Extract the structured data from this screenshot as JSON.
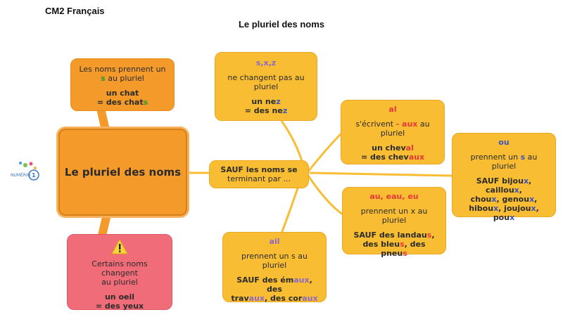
{
  "header": {
    "level": "CM2 Français",
    "title": "Le pluriel des noms"
  },
  "central": {
    "label": "Le pluriel des noms"
  },
  "logo_text": "NUMÉRIQ 1",
  "rule_s": {
    "line1": "Les noms prennent un",
    "s": "s",
    "after_s": " au pluriel",
    "ex1": "un chat",
    "ex2_a": "= des chat",
    "ex2_b": "s"
  },
  "irregular": {
    "warning_icon": "warning-triangle-icon",
    "line1": "Certains noms changent",
    "line2": "au pluriel",
    "ex1": "un oeil",
    "ex2": "= des yeux"
  },
  "sxz": {
    "title": "s,x,z",
    "line1": "ne changent pas au",
    "line2": "pluriel",
    "ex1_a": "un ne",
    "ex1_b": "z",
    "ex2_a": "= des ne",
    "ex2_b": "z"
  },
  "sauf": {
    "line1": "SAUF les noms se",
    "line2": "terminant par ..."
  },
  "al": {
    "title": "al",
    "line1_a": "s'écrivent ",
    "line1_b": "- aux",
    "line1_c": " au",
    "line2": "pluriel",
    "ex1_a": "un chev",
    "ex1_b": "al",
    "ex2_a": "= des chev",
    "ex2_b": "aux"
  },
  "ou": {
    "title": "ou",
    "line1_a": "prennent un ",
    "line1_b": "s",
    "line1_c": " au",
    "line2": "pluriel",
    "ex_l1_a": "SAUF bijou",
    "ex_l1_b": "x",
    "ex_l1_c": ", caillou",
    "ex_l1_d": "x",
    "ex_l1_e": ",",
    "ex_l2_a": "chou",
    "ex_l2_b": "x",
    "ex_l2_c": ", genou",
    "ex_l2_d": "x",
    "ex_l2_e": ",",
    "ex_l3_a": "hibou",
    "ex_l3_b": "x",
    "ex_l3_c": ", joujou",
    "ex_l3_d": "x",
    "ex_l3_e": ",",
    "ex_l4_a": "pou",
    "ex_l4_b": "x"
  },
  "eau": {
    "title": "au, eau, eu",
    "line1": "prennent un x au",
    "line2": "pluriel",
    "ex1_a": "SAUF des landau",
    "ex1_b": "s",
    "ex1_c": ",",
    "ex2_a": "des bleu",
    "ex2_b": "s",
    "ex2_c": ", des pneu",
    "ex2_d": "s"
  },
  "ail": {
    "title": "ail",
    "line1": "prennent un s au",
    "line2": "pluriel",
    "ex1_a": "SAUF des ém",
    "ex1_b": "aux",
    "ex1_c": ", des",
    "ex2_a": "trav",
    "ex2_b": "aux",
    "ex2_c": ", des cor",
    "ex2_d": "aux"
  },
  "colors": {
    "yellow": "#f8bd33",
    "orange": "#f39a2b",
    "pink": "#f06c78",
    "accent_blue": "#3a54c4",
    "accent_red": "#e5393a",
    "accent_purple": "#8a68c9",
    "accent_green": "#2a9a2f"
  }
}
